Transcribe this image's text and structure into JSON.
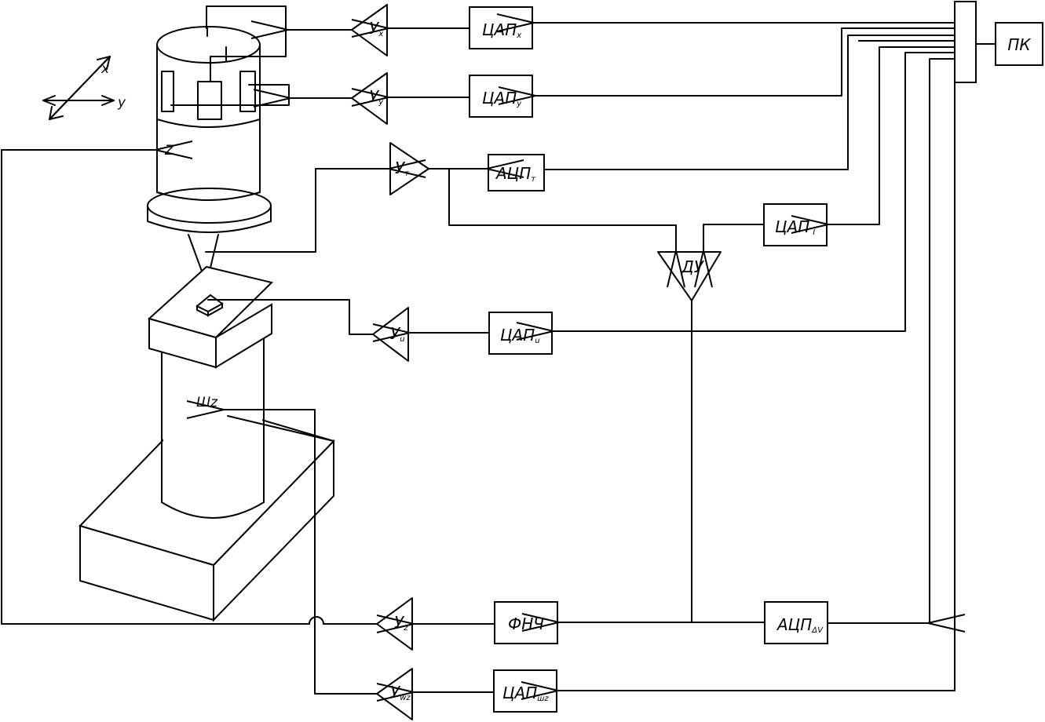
{
  "blocks": {
    "pc": "ПК",
    "dac_x": {
      "main": "ЦАП",
      "sub": "x"
    },
    "dac_y": {
      "main": "ЦАП",
      "sub": "y"
    },
    "adc_t": {
      "main": "АЦП",
      "sub": "т"
    },
    "dac_i": {
      "main": "ЦАП",
      "sub": "I"
    },
    "diff_amp": "ДУ",
    "dac_u": {
      "main": "ЦАП",
      "sub": "u"
    },
    "lpf": "ФНЧ",
    "adc_dv": {
      "main": "АЦП",
      "sub": "ΔV"
    },
    "dac_wz": {
      "main": "ЦАП",
      "sub": "шz"
    }
  },
  "amplifiers": {
    "amp_x": {
      "main": "У",
      "sub": "x"
    },
    "amp_y": {
      "main": "У",
      "sub": "y"
    },
    "amp_t": {
      "main": "У",
      "sub": "т"
    },
    "amp_u": {
      "main": "У",
      "sub": "u"
    },
    "amp_z": {
      "main": "У",
      "sub": "z"
    },
    "amp_wz": {
      "main": "У",
      "sub": "wz"
    }
  },
  "labels": {
    "axis_x": "x",
    "axis_y": "y",
    "scanner_z": "Z",
    "stage_wz": "Шz"
  }
}
